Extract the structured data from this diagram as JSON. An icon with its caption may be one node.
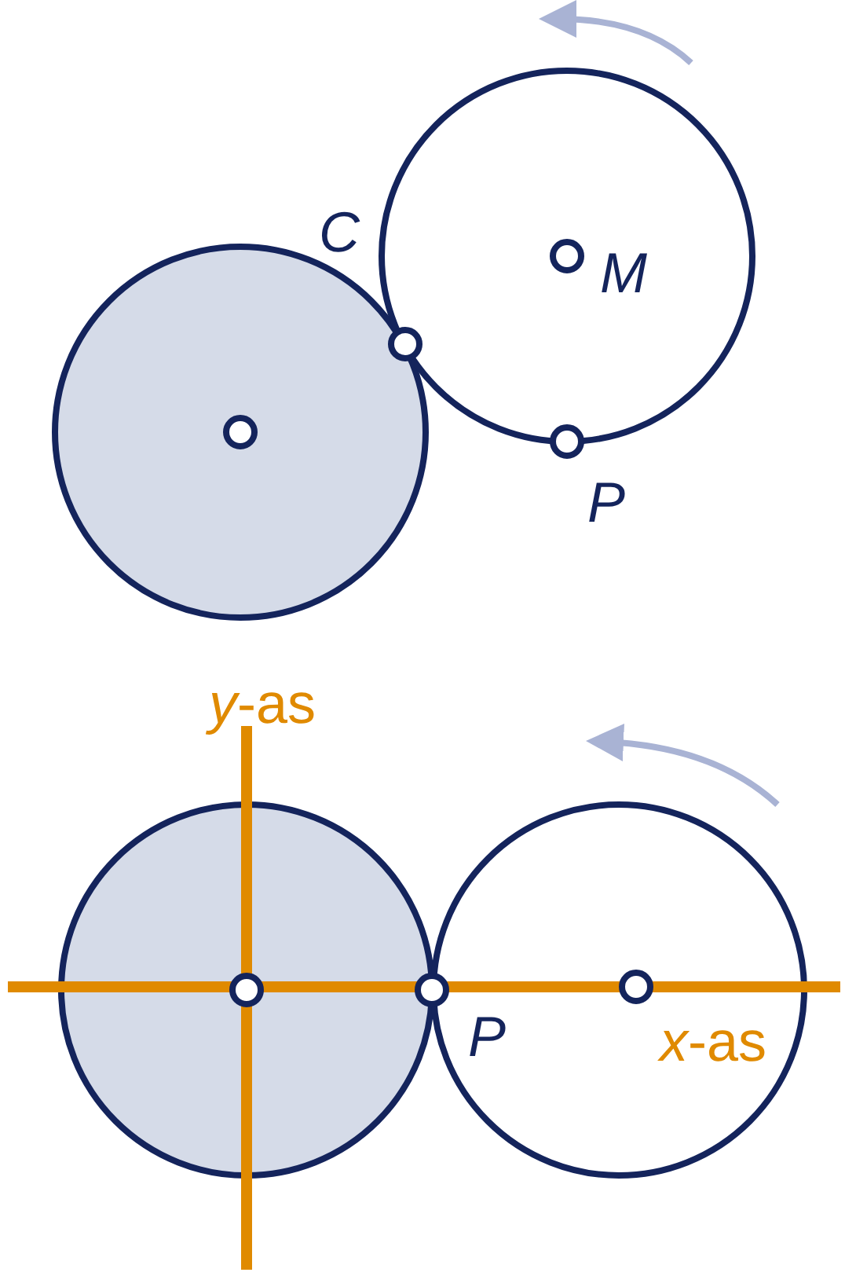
{
  "diagram": {
    "labels": [
      "C",
      "M",
      "P",
      "*y*-as",
      "P",
      "*x*-as"
    ]
  }
}
